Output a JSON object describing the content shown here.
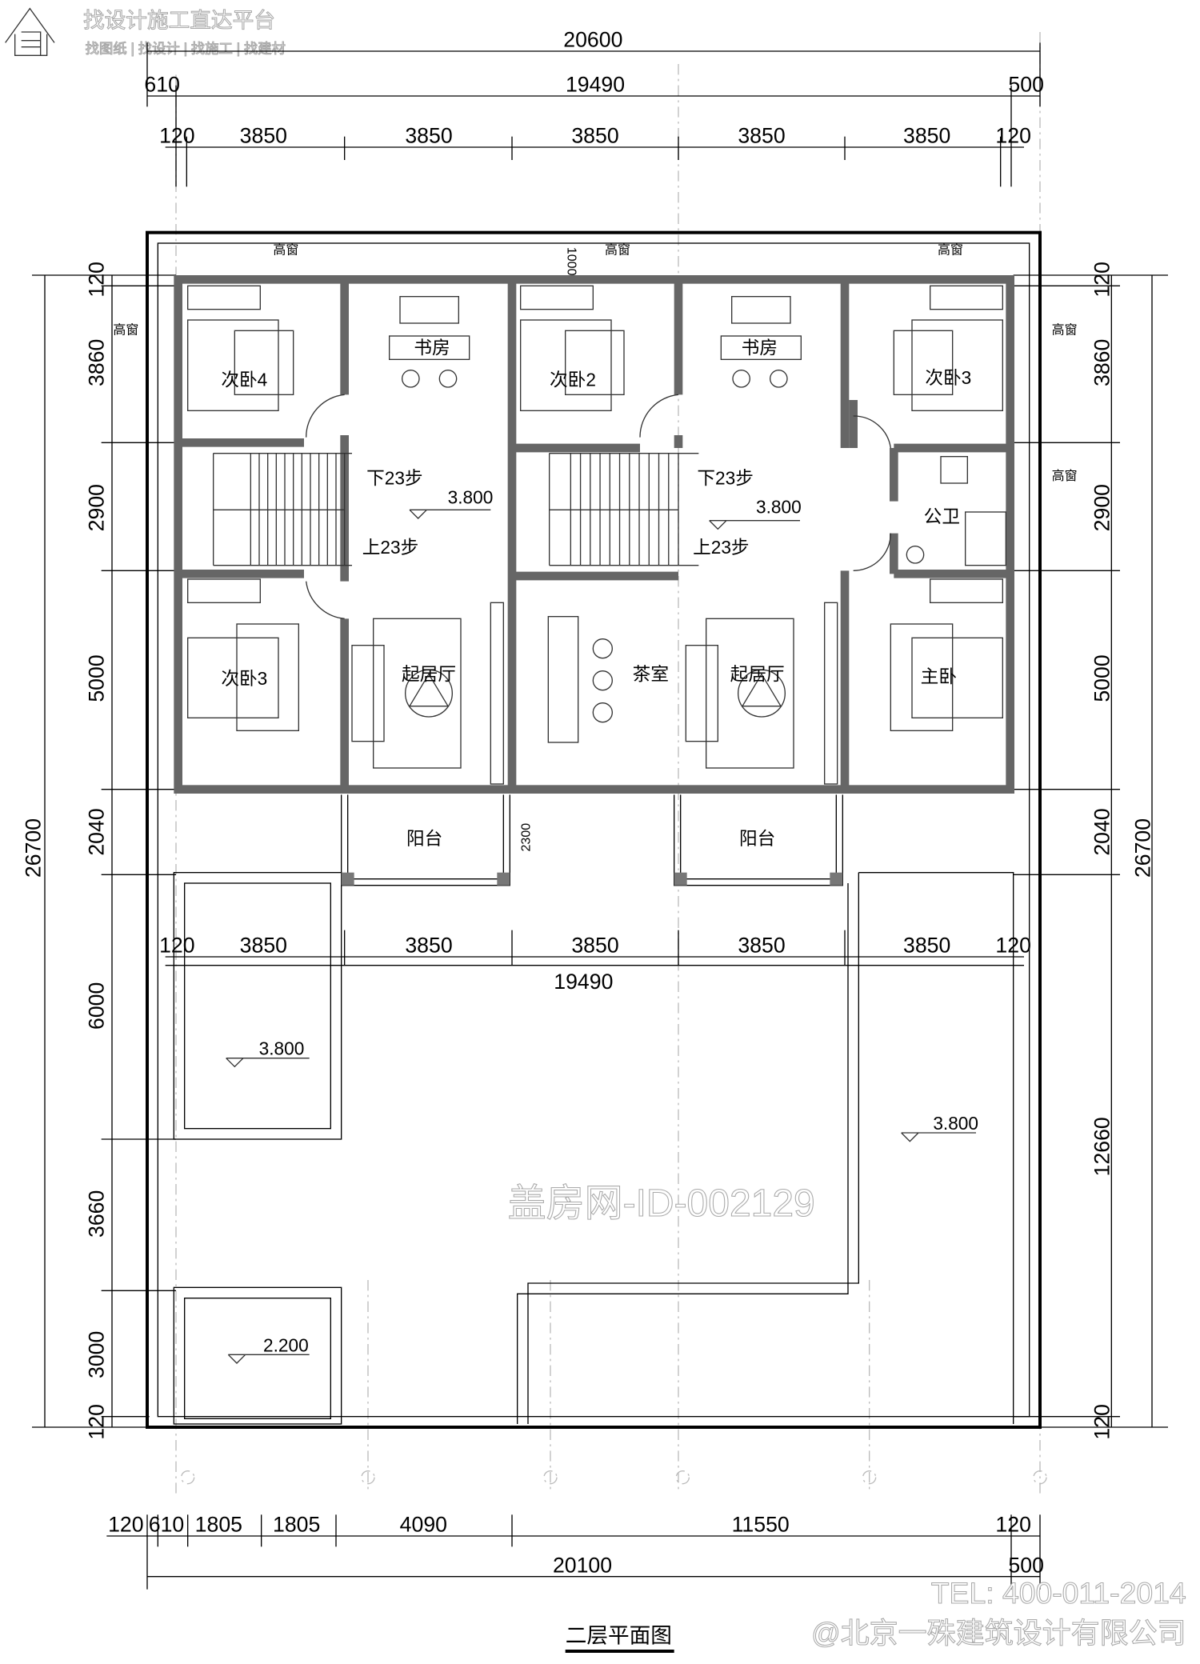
{
  "watermark_logo": {
    "title": "找设计施工直达平台",
    "subtitle": "找图纸 | 找设计 | 找施工 | 找建材"
  },
  "watermark_center": "盖房网-ID-002129",
  "watermark_tel": "TEL: 400-011-2014",
  "watermark_company": "@北京一殊建筑设计有限公司",
  "drawing_title": "二层平面图",
  "dims_top": {
    "total": "20600",
    "inner": "19490",
    "left_offset": "610",
    "right_offset": "500",
    "edge_left": "120",
    "edge_right": "120",
    "bays": [
      "3850",
      "3850",
      "3850",
      "3850",
      "3850"
    ]
  },
  "dims_mid": {
    "edge_left": "120",
    "edge_right": "120",
    "bays": [
      "3850",
      "3850",
      "3850",
      "3850",
      "3850"
    ],
    "total": "19490"
  },
  "dims_bottom": {
    "segments": [
      "120",
      "610",
      "1805",
      "1805",
      "4090",
      "11550",
      "120"
    ],
    "total": "20100",
    "right_offset": "500"
  },
  "dims_left": {
    "total": "26700",
    "segments": [
      "120",
      "3860",
      "2900",
      "5000",
      "2040",
      "6000",
      "3660",
      "3000",
      "120"
    ]
  },
  "dims_right": {
    "total": "26700",
    "segments": [
      "120",
      "3860",
      "2900",
      "5000",
      "2040",
      "12660",
      "120"
    ]
  },
  "rooms": {
    "bed4": "次卧4",
    "study1": "书房",
    "bed2": "次卧2",
    "study2": "书房",
    "bed3a": "次卧3",
    "wc": "公卫",
    "bed3b": "次卧3",
    "living1": "起居厅",
    "tea": "茶室",
    "living2": "起居厅",
    "master": "主卧",
    "balcony1": "阳台",
    "balcony2": "阳台"
  },
  "stairs": {
    "down": "下23步",
    "up": "上23步"
  },
  "high_window": "高窗",
  "door_dim": "1000",
  "stair_dim": "2300",
  "elevations": {
    "floor": "3.800",
    "terrace": "3.800",
    "low": "2.200"
  }
}
